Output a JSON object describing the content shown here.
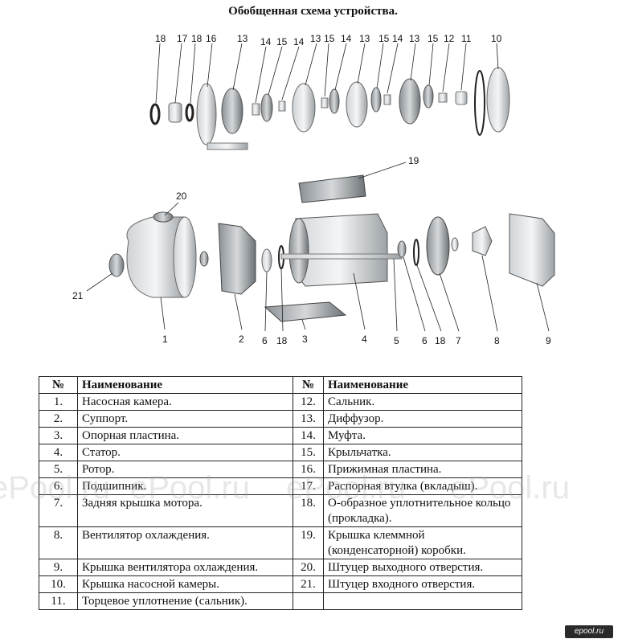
{
  "title": "Обобщенная схема устройства.",
  "labels_top": [
    "18",
    "17",
    "18",
    "16",
    "13",
    "14",
    "15",
    "14",
    "13",
    "15",
    "14",
    "13",
    "15",
    "14",
    "13",
    "15",
    "12",
    "11",
    "10"
  ],
  "labels_19": "19",
  "labels_mid": [
    "20",
    "21",
    "1",
    "2",
    "6",
    "18",
    "3",
    "4",
    "5",
    "6",
    "18",
    "7",
    "8",
    "9"
  ],
  "table": {
    "header": {
      "num": "№",
      "name": "Наименование"
    },
    "left": [
      {
        "num": "1.",
        "name": "Насосная камера."
      },
      {
        "num": "2.",
        "name": "Суппорт."
      },
      {
        "num": "3.",
        "name": "Опорная пластина."
      },
      {
        "num": "4.",
        "name": "Статор."
      },
      {
        "num": "5.",
        "name": "Ротор."
      },
      {
        "num": "6.",
        "name": "Подшипник."
      },
      {
        "num": "7.",
        "name": "Задняя крышка мотора."
      },
      {
        "num": "8.",
        "name": "Вентилятор охлаждения."
      },
      {
        "num": "9.",
        "name": "Крышка вентилятора охлаждения."
      },
      {
        "num": "10.",
        "name": "Крышка насосной камеры."
      },
      {
        "num": "11.",
        "name": "Торцевое уплотнение (сальник)."
      }
    ],
    "right": [
      {
        "num": "12.",
        "name": "Сальник."
      },
      {
        "num": "13.",
        "name": "Диффузор."
      },
      {
        "num": "14.",
        "name": "Муфта."
      },
      {
        "num": "15.",
        "name": "Крыльчатка."
      },
      {
        "num": "16.",
        "name": "Прижимная пластина."
      },
      {
        "num": "17.",
        "name": "Распорная втулка (вкладыш)."
      },
      {
        "num": "18.",
        "name": "О-образное уплотнительное кольцо (прокладка)."
      },
      {
        "num": "19.",
        "name": "Крышка клеммной (конденсаторной) коробки."
      },
      {
        "num": "20.",
        "name": "Штуцер выходного отверстия."
      },
      {
        "num": "21.",
        "name": "Штуцер входного отверстия."
      },
      {
        "num": "",
        "name": ""
      }
    ]
  },
  "watermark": "ePool.ru",
  "corner_logo": "epool.ru"
}
